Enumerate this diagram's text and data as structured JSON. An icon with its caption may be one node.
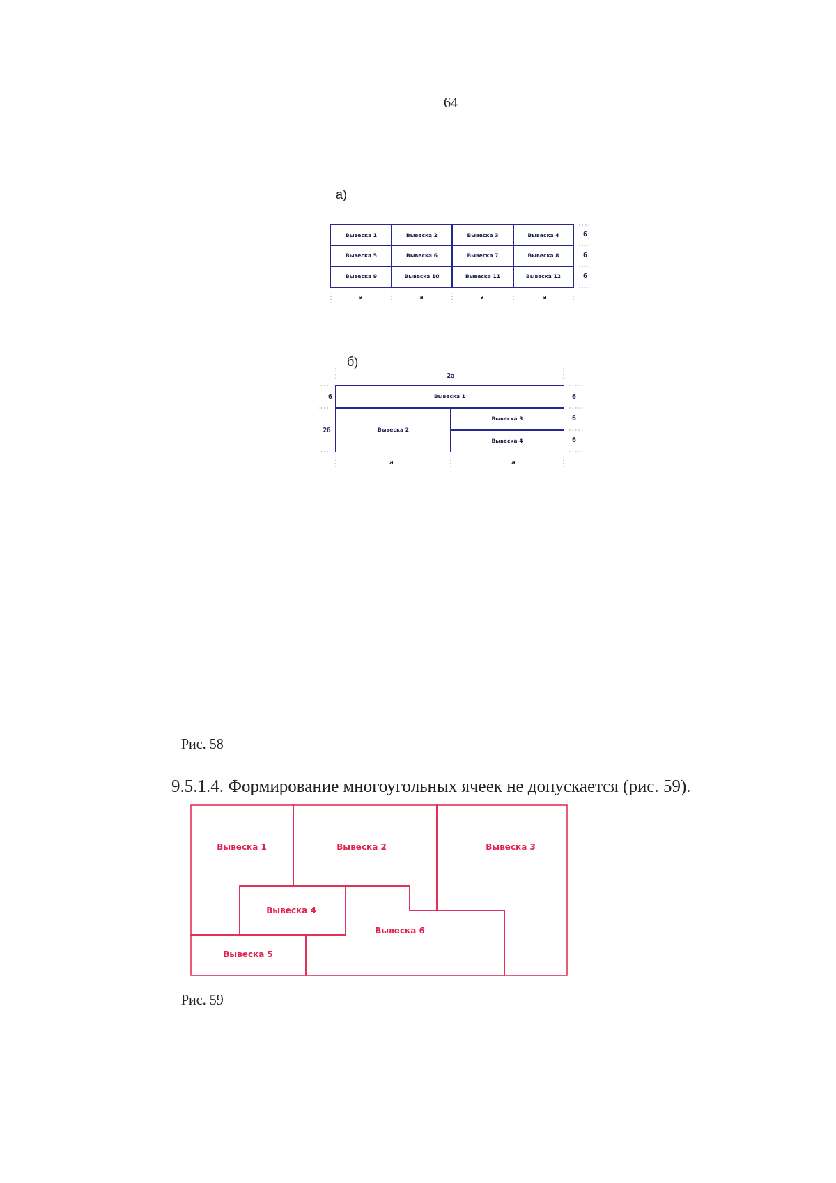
{
  "diagram": {
    "nodes": [
      {
        "text": [
          "Вывеска 1"
        ]
      },
      {
        "text": [
          "Вывеска 2"
        ]
      },
      {
        "text": [
          "Вывеска 3"
        ]
      },
      {
        "text": [
          "Вывеска 4"
        ]
      },
      {
        "text": [
          "Вывеска 5"
        ]
      },
      {
        "text": [
          "Вывеска 6"
        ]
      },
      {
        "text": [
          "Вывеска 7"
        ]
      },
      {
        "text": [
          "Вывеска 8"
        ]
      },
      {
        "text": [
          "Вывеска 9"
        ]
      },
      {
        "text": [
          "Вывеска 10"
        ]
      },
      {
        "text": [
          "Вывеска 11"
        ]
      },
      {
        "text": [
          "Вывеска 12"
        ]
      },
      {
        "text": [
          "Вывеска 1"
        ]
      },
      {
        "text": [
          "Вывеска 2"
        ]
      },
      {
        "text": [
          "Вывеска 3"
        ]
      },
      {
        "text": [
          "Вывеска 4"
        ]
      },
      {
        "text": [
          "Вывеска 1"
        ]
      },
      {
        "text": [
          "Вывеска 2"
        ]
      },
      {
        "text": [
          "Вывеска 3"
        ]
      },
      {
        "text": [
          "Вывеска 4"
        ]
      },
      {
        "text": [
          "Вывеска 5"
        ]
      },
      {
        "text": [
          "Вывеска 6"
        ]
      }
    ],
    "labels": [
      "64",
      "а)",
      "б",
      "б",
      "б",
      "а",
      "а",
      "а",
      "а",
      "б)",
      "2а",
      "б",
      "б",
      "б",
      "2б",
      "б",
      "а",
      "а",
      "Рис. 58",
      "9.5.1.4. Формирование многоугольных ячеек не допускается (рис. 59).",
      "Рис. 59"
    ]
  }
}
